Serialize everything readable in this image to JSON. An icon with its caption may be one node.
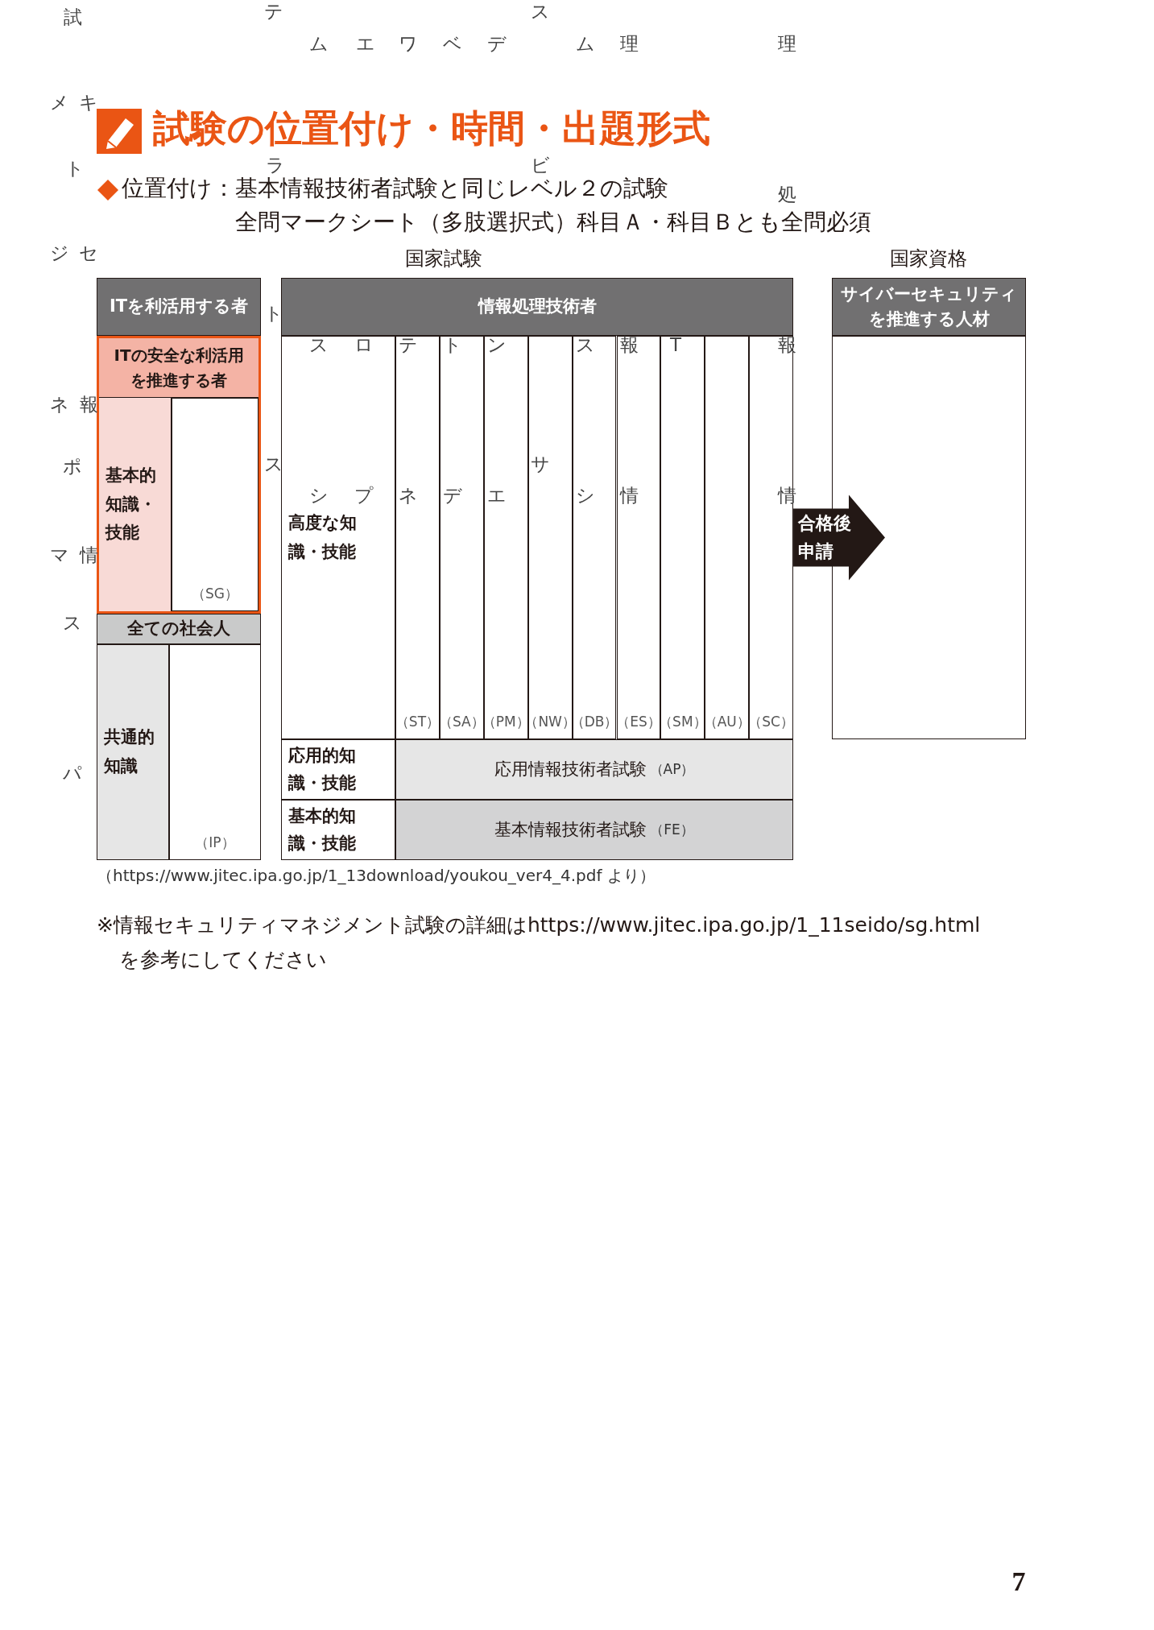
{
  "diagram": {
    "title": "試験の位置付け・時間・出題形式",
    "nodes": [
      {
        "text": [
          "ITを利活用する者"
        ]
      },
      {
        "text": [
          "ITの安全な利活用を推進する者"
        ]
      },
      {
        "text": [
          "基本的知識・技能"
        ],
        "in": 1
      },
      {
        "text": [
          "（SG）"
        ],
        "in": 1
      },
      {
        "text": [
          "全ての社会人"
        ]
      },
      {
        "text": [
          "共通的知識"
        ]
      },
      {
        "text": [
          "（IP）"
        ]
      },
      {
        "text": [
          "情報処理技術者"
        ]
      },
      {
        "text": [
          "高度な知識・技能"
        ]
      },
      {
        "text": [
          "（ST）"
        ]
      },
      {
        "text": [
          "（SA）"
        ]
      },
      {
        "text": [
          "（PM）"
        ]
      },
      {
        "text": [
          "（NW）"
        ]
      },
      {
        "text": [
          "（DB）"
        ]
      },
      {
        "text": [
          "（ES）"
        ]
      },
      {
        "text": [
          "（SM）"
        ]
      },
      {
        "text": [
          "（AU）"
        ]
      },
      {
        "text": [
          "（SC）"
        ]
      },
      {
        "text": [
          "応用的知識・技能"
        ]
      },
      {
        "text": [
          "応用情報技術者試験",
          "（AP）"
        ]
      },
      {
        "text": [
          "基本的知識・技能"
        ]
      },
      {
        "text": [
          "基本情報技術者試験",
          "（FE）"
        ]
      },
      {
        "text": [
          "サイバーセキュリティを推進する人材"
        ]
      },
      {
        "text": [],
        "shape": "box"
      }
    ],
    "edges": [
      {
        "from": 17,
        "to": 23,
        "arrow": "to",
        "label": "合格後申請",
        "style": "thick"
      }
    ],
    "labels": [
      "試",
      "テ",
      "ス",
      "ム",
      "エ",
      "ワ",
      "ベ",
      "デ",
      "ム",
      "理",
      "理",
      "メ",
      "キ",
      "ト",
      "ラ",
      "ビ",
      "位置付け：基本情報技術者試験と同じレベル２の試験",
      "処",
      "ジ",
      "セ",
      "全問マークシート（多肢選択式）科目Ａ・科目Ｂとも全問必須",
      "国家試験",
      "国家資格",
      "ト",
      "ス",
      "ロ",
      "テ",
      "ト",
      "ン",
      "ス",
      "報",
      "T",
      "報",
      "ネ",
      "報",
      "ポ",
      "ス",
      "サ",
      "シ",
      "プ",
      "ネ",
      "デ",
      "エ",
      "シ",
      "情",
      "情",
      "マ",
      "情",
      "ス",
      "パ",
      "（https://www.jitec.ipa.go.jp/1_13download/youkou_ver4_4.pdf より）",
      "※情報セキュリティマネジメント試験の詳細はhttps://www.jitec.ipa.go.jp/1_11seido/sg.html を参考にしてください",
      "7"
    ]
  }
}
